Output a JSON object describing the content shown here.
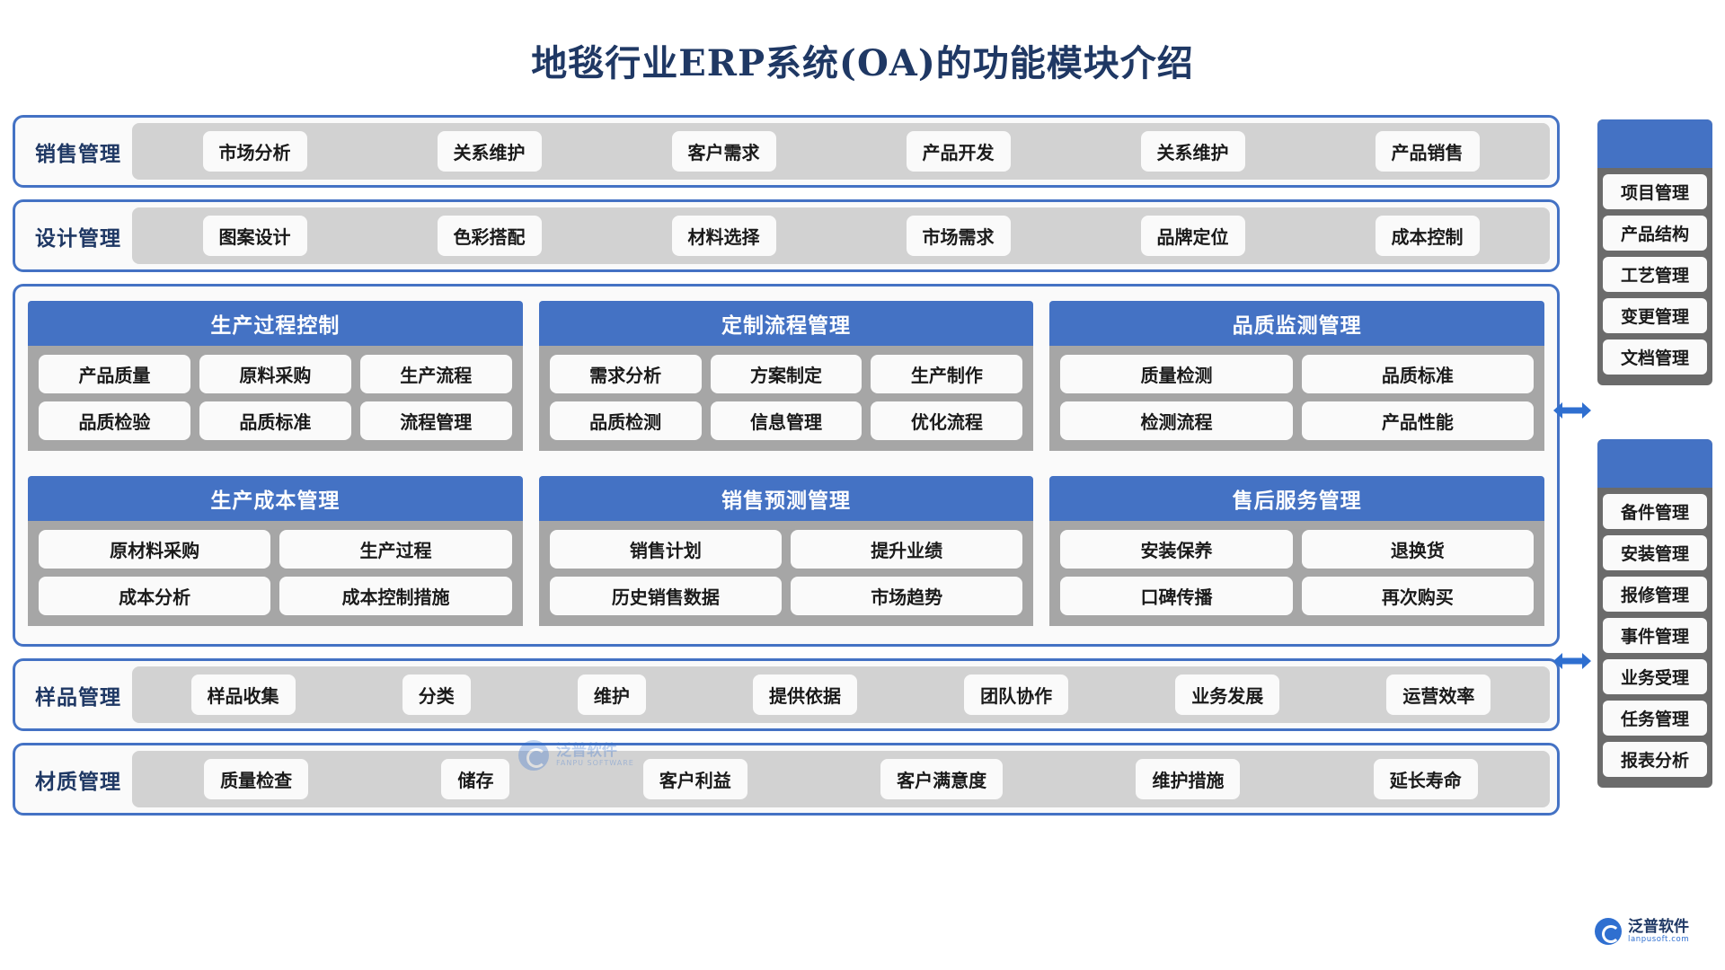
{
  "title": "地毯行业ERP系统(OA)的功能模块介绍",
  "colors": {
    "title": "#1f3864",
    "accent": "#4472c4",
    "band_border": "#4472c4",
    "strip_bg": "#d2d2d2",
    "panel_body_bg": "#a6a6a6",
    "rail_bg": "#6b6b6b",
    "chip_bg": "#fafafa"
  },
  "bands": [
    {
      "label": "销售管理",
      "items": [
        "市场分析",
        "关系维护",
        "客户需求",
        "产品开发",
        "关系维护",
        "产品销售"
      ]
    },
    {
      "label": "设计管理",
      "items": [
        "图案设计",
        "色彩搭配",
        "材料选择",
        "市场需求",
        "品牌定位",
        "成本控制"
      ]
    }
  ],
  "bottom_bands": [
    {
      "label": "样品管理",
      "items": [
        "样品收集",
        "分类",
        "维护",
        "提供依据",
        "团队协作",
        "业务发展",
        "运营效率"
      ]
    },
    {
      "label": "材质管理",
      "items": [
        "质量检查",
        "储存",
        "客户利益",
        "客户满意度",
        "维护措施",
        "延长寿命"
      ]
    }
  ],
  "center_panels": [
    {
      "title": "生产过程控制",
      "rows": [
        [
          "产品质量",
          "原料采购",
          "生产流程"
        ],
        [
          "品质检验",
          "品质标准",
          "流程管理"
        ]
      ]
    },
    {
      "title": "定制流程管理",
      "rows": [
        [
          "需求分析",
          "方案制定",
          "生产制作"
        ],
        [
          "品质检测",
          "信息管理",
          "优化流程"
        ]
      ]
    },
    {
      "title": "品质监测管理",
      "rows": [
        [
          "质量检测",
          "品质标准"
        ],
        [
          "检测流程",
          "产品性能"
        ]
      ]
    },
    {
      "title": "生产成本管理",
      "rows": [
        [
          "原材料采购",
          "生产过程"
        ],
        [
          "成本分析",
          "成本控制措施"
        ]
      ]
    },
    {
      "title": "销售预测管理",
      "rows": [
        [
          "销售计划",
          "提升业绩"
        ],
        [
          "历史销售数据",
          "市场趋势"
        ]
      ]
    },
    {
      "title": "售后服务管理",
      "rows": [
        [
          "安装保养",
          "退换货"
        ],
        [
          "口碑传播",
          "再次购买"
        ]
      ]
    }
  ],
  "rails": [
    {
      "items": [
        "项目管理",
        "产品结构",
        "工艺管理",
        "变更管理",
        "文档管理"
      ]
    },
    {
      "items": [
        "备件管理",
        "安装管理",
        "报修管理",
        "事件管理",
        "业务受理",
        "任务管理",
        "报表分析"
      ]
    }
  ],
  "watermark": {
    "cn": "泛普软件",
    "en": "FANPU SOFTWARE"
  },
  "footer_logo": {
    "cn": "泛普软件",
    "en": "lanpusoft.com"
  }
}
